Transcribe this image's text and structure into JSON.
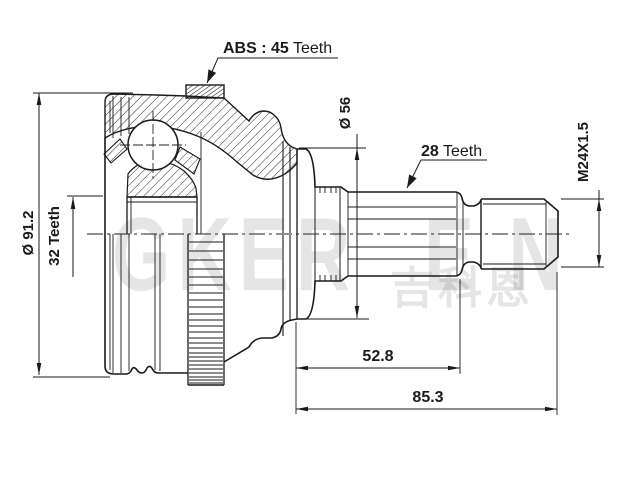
{
  "labels": {
    "abs_ring": {
      "strong": "ABS : 45",
      "rest": " Teeth"
    },
    "outer_spline": {
      "strong": "28",
      "rest": " Teeth"
    },
    "inner_spline": "32 Teeth",
    "outer_diameter": "Ø 91.2",
    "shoulder_diameter": "Ø 56",
    "thread_spec": "M24X1.5",
    "length_to_spline_end": "52.8",
    "overall_length": "85.3"
  },
  "watermark": {
    "left": "GKER",
    "right": "EN",
    "cjk": "吉科恩"
  },
  "colors": {
    "line": "#1a1a1a",
    "background": "#ffffff"
  }
}
